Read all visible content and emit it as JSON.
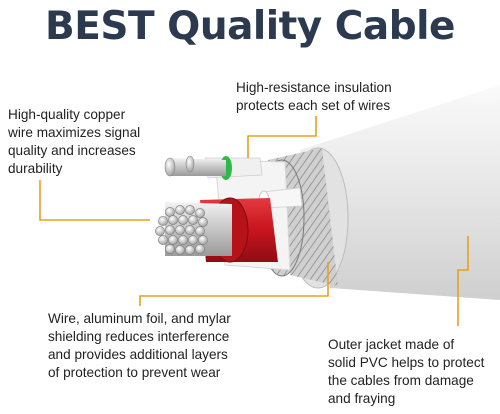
{
  "title": "BEST Quality Cable",
  "callouts": {
    "copper": [
      "High-quality copper",
      "wire maximizes signal",
      "quality and increases",
      "durability"
    ],
    "insulation": [
      "High-resistance insulation",
      "protects each set of wires"
    ],
    "shielding": [
      "Wire, aluminum foil, and mylar",
      "shielding reduces interference",
      "and provides additional layers",
      "of protection to prevent wear"
    ],
    "jacket": [
      "Outer jacket made of",
      "solid PVC helps to protect",
      "the cables from damage",
      "and fraying"
    ]
  },
  "colors": {
    "title": "#2b3a4f",
    "leader": "#e8a020",
    "jacket": "#ededed",
    "red_wire": "#c8141e",
    "green_wire": "#2eb84a",
    "copper_strand": "#c8c8c8"
  }
}
